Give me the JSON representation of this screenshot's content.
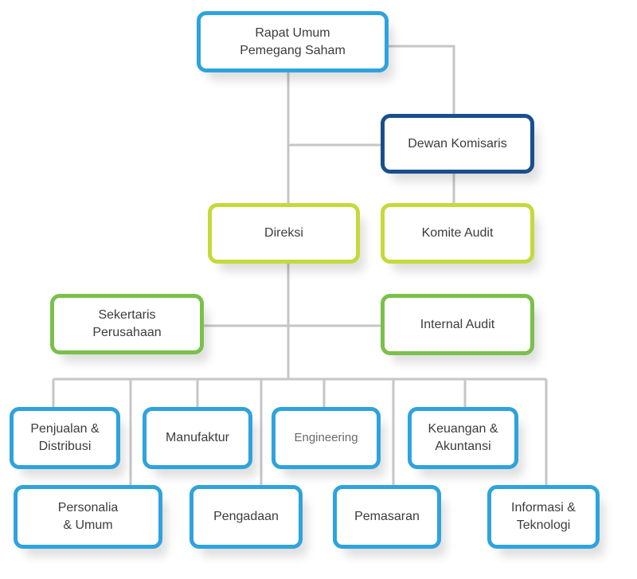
{
  "org": {
    "rups": "Rapat Umum\nPemegang Saham",
    "dewan_komisaris": "Dewan Komisaris",
    "direksi": "Direksi",
    "komite_audit": "Komite Audit",
    "sekertaris": "Sekertaris\nPerusahaan",
    "internal_audit": "Internal Audit",
    "departments": {
      "penjualan": "Penjualan &\nDistribusi",
      "manufaktur": "Manufaktur",
      "engineering": "Engineering",
      "keuangan": "Keuangan &\nAkuntansi",
      "personalia": "Personalia\n& Umum",
      "pengadaan": "Pengadaan",
      "pemasaran": "Pemasaran",
      "informasi": "Informasi &\nTeknologi"
    }
  },
  "colors": {
    "line": "#c6c6c6",
    "blue": "#2ea3dd",
    "navy": "#1a4f8c",
    "lime": "#c5d93a",
    "green": "#7ac04a"
  }
}
